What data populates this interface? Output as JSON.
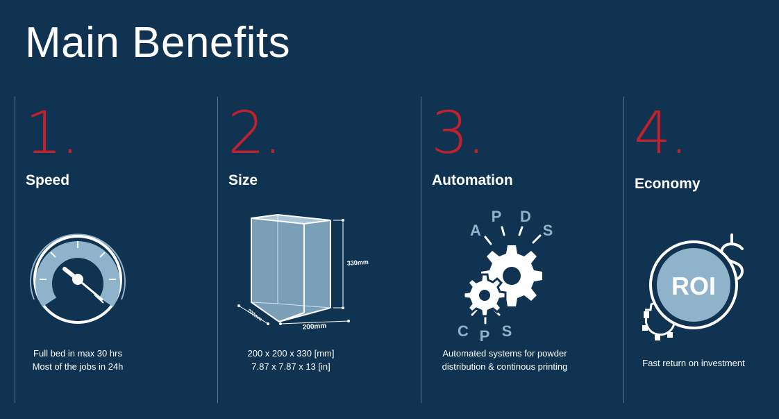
{
  "page": {
    "title": "Main Benefits"
  },
  "colors": {
    "background": "#0f3350",
    "accent": "#c0212f",
    "icon_fill": "#8fb3ca",
    "divider": "#4f7a9c"
  },
  "benefits": [
    {
      "number": "1.",
      "heading": "Speed",
      "icon": "speedometer-icon",
      "caption_lines": [
        "Full bed in max 30 hrs",
        "Most of the jobs in 24h"
      ]
    },
    {
      "number": "2.",
      "heading": "Size",
      "icon": "build-volume-box-icon",
      "dimension_labels": {
        "height": "330mm",
        "depth": "200mm",
        "width": "200mm"
      },
      "caption_lines": [
        "200 x 200 x 330 [mm]",
        "7.87 x 7.87 x 13 [in]"
      ]
    },
    {
      "number": "3.",
      "heading": "Automation",
      "icon": "gears-icon",
      "top_letters": [
        "A",
        "P",
        "D",
        "S"
      ],
      "bottom_letters": [
        "C",
        "P",
        "S"
      ],
      "caption_lines": [
        "Automated systems for powder",
        "distribution & continous printing"
      ]
    },
    {
      "number": "4.",
      "heading": "Economy",
      "icon": "roi-dollar-icon",
      "icon_label": "ROI",
      "caption_lines": [
        "Fast return on investment"
      ]
    }
  ]
}
